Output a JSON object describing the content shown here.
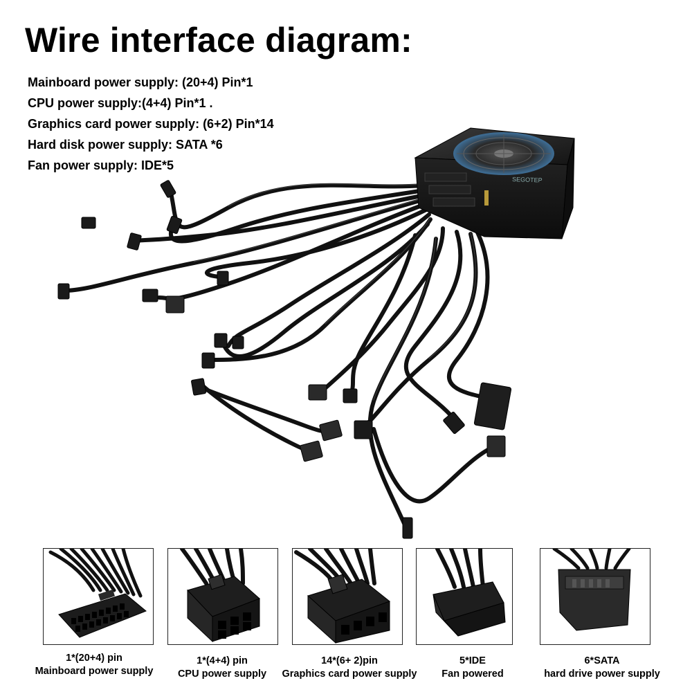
{
  "title": "Wire interface diagram:",
  "specs": [
    "Mainboard power supply: (20+4) Pin*1",
    "CPU power supply:(4+4) Pin*1 .",
    "Graphics card power supply: (6+2) Pin*14",
    "Hard disk power supply: SATA *6",
    "Fan power supply: IDE*5"
  ],
  "psu": {
    "brand": "SEGOTEP"
  },
  "connectors": [
    {
      "line1": "1*(20+4) pin",
      "line2": "Mainboard power supply",
      "icon": "atx-24pin-connector-icon"
    },
    {
      "line1": "1*(4+4) pin",
      "line2": "CPU power supply",
      "icon": "cpu-8pin-connector-icon"
    },
    {
      "line1": "14*(6+ 2)pin",
      "line2": "Graphics card power supply",
      "icon": "pcie-8pin-connector-icon"
    },
    {
      "line1": "5*IDE",
      "line2": "Fan powered",
      "icon": "molex-ide-connector-icon"
    },
    {
      "line1": "6*SATA",
      "line2": "hard drive power supply",
      "icon": "sata-connector-icon"
    }
  ],
  "colors": {
    "cable": "#111111",
    "housing": "#1a1a1a",
    "fan_ring": "#2b4a66"
  }
}
